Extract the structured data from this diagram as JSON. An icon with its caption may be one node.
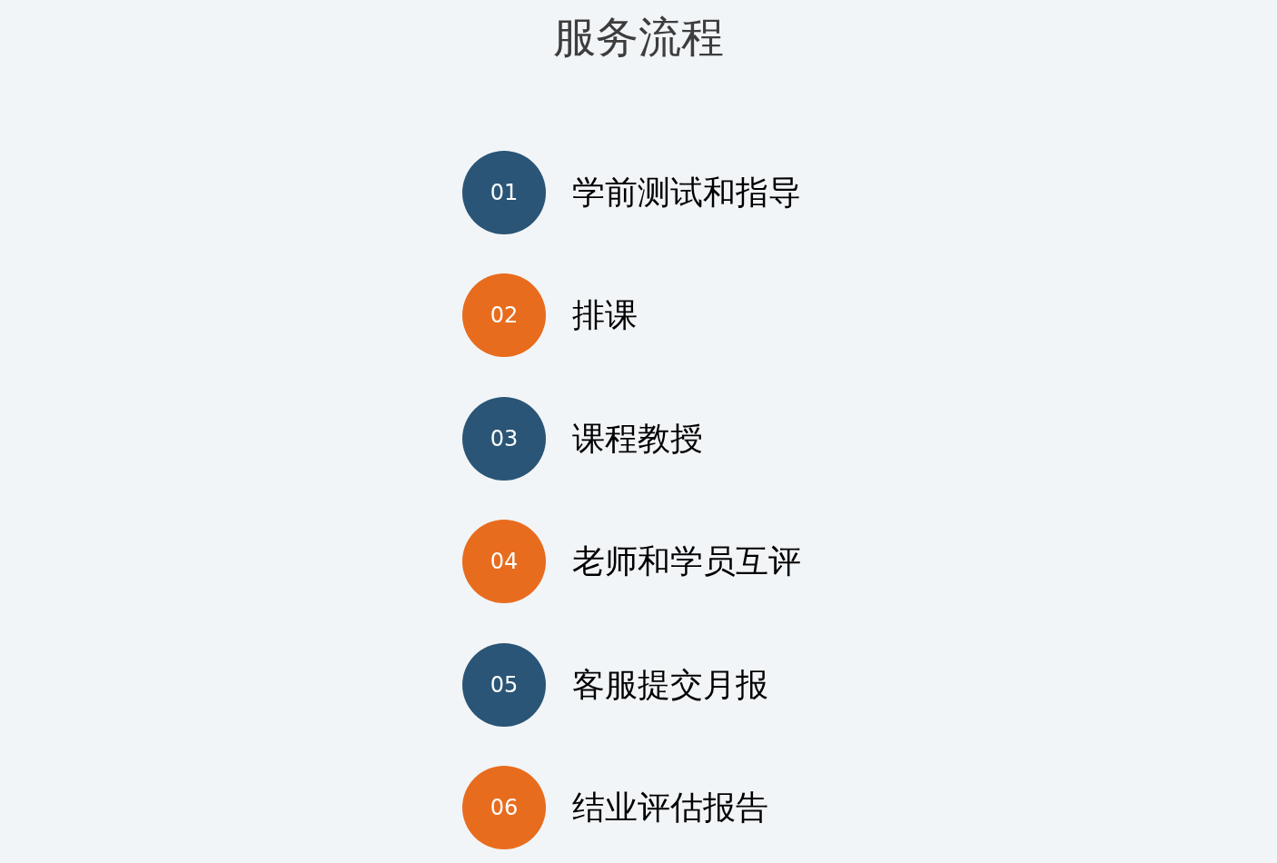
{
  "diagram": {
    "title": "服务流程",
    "nodes": [
      {
        "text": [
          "01"
        ],
        "beside": [
          "学前测试和指导"
        ]
      },
      {
        "text": [
          "02"
        ],
        "beside": [
          "排课"
        ]
      },
      {
        "text": [
          "03"
        ],
        "beside": [
          "课程教授"
        ]
      },
      {
        "text": [
          "04"
        ],
        "beside": [
          "老师和学员互评"
        ]
      },
      {
        "text": [
          "05"
        ],
        "beside": [
          "客服提交月报"
        ]
      },
      {
        "text": [
          "06"
        ],
        "beside": [
          "结业评估报告"
        ]
      }
    ],
    "edges": []
  }
}
